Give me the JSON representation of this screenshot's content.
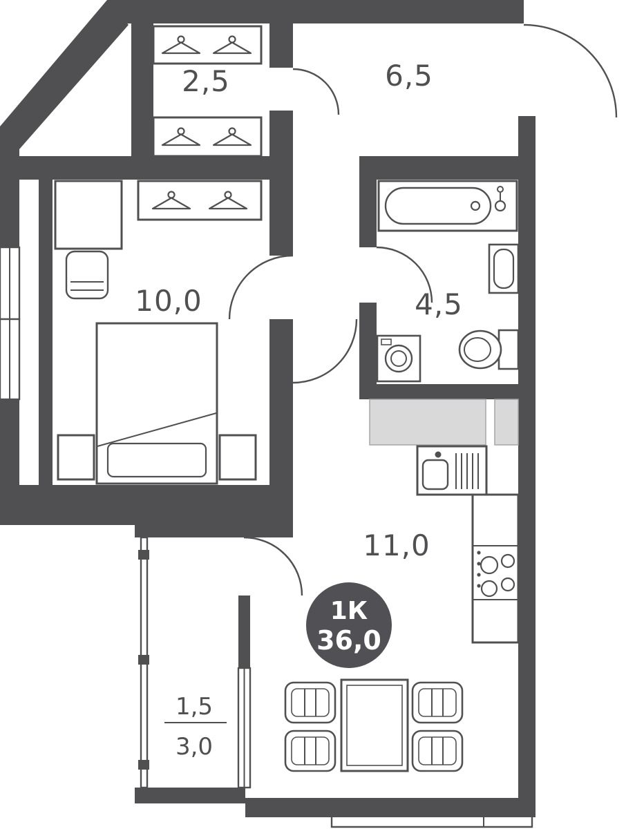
{
  "meta": {
    "type_label": "1К",
    "total_area": "36,0"
  },
  "rooms": {
    "wardrobe": {
      "area": "2,5"
    },
    "hallway": {
      "area": "6,5"
    },
    "bedroom": {
      "area": "10,0"
    },
    "bathroom": {
      "area": "4,5"
    },
    "kitchen_living": {
      "area": "11,0"
    },
    "balcony": {
      "area_counted": "1,5",
      "area_full": "3,0"
    }
  },
  "colors": {
    "wall": "#505052",
    "counter": "#d9d9d9",
    "badge": "#515155",
    "label": "#505052",
    "background": "#ffffff"
  },
  "icons": [
    "clothes-hanger",
    "bed",
    "nightstand",
    "desk",
    "desk-chair",
    "bathtub",
    "faucet",
    "washbasin",
    "toilet",
    "washing-machine",
    "kitchen-sink",
    "stove-burners",
    "kitchen-counter",
    "dining-table",
    "dining-chair",
    "door-swing-arc",
    "window",
    "balcony-railing"
  ]
}
